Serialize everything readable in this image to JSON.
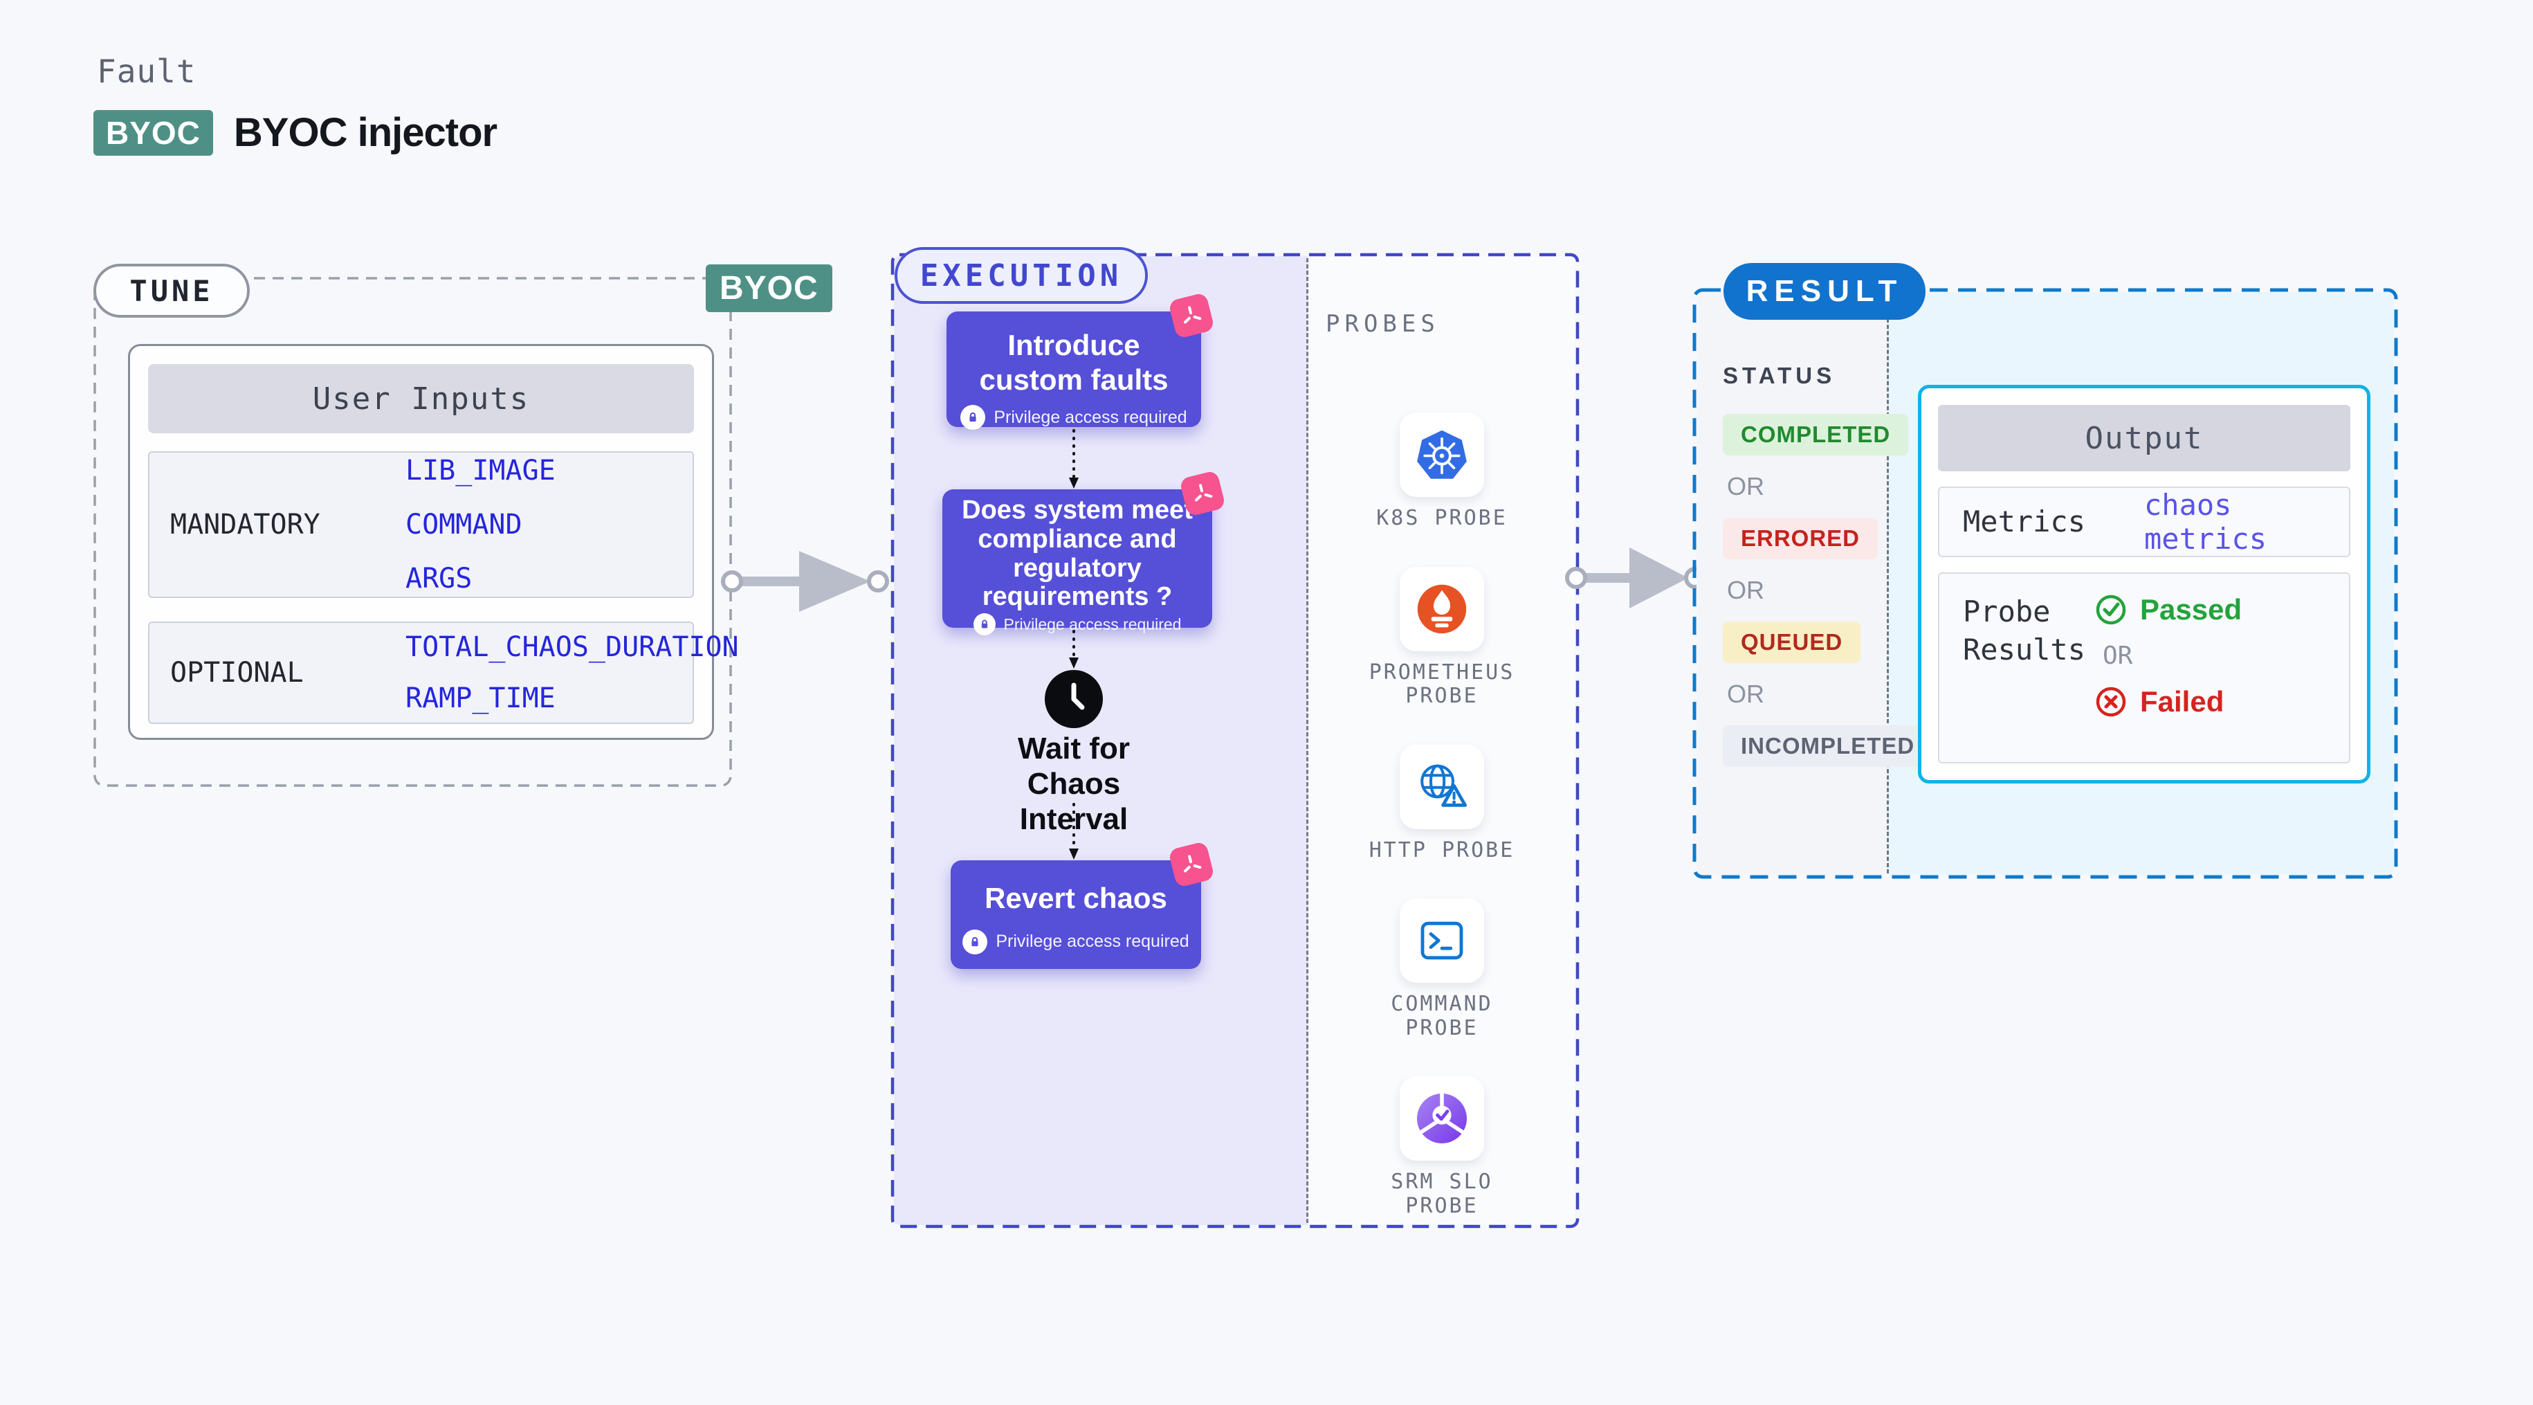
{
  "header": {
    "eyebrow": "Fault",
    "badge": "BYOC",
    "title": "BYOC injector"
  },
  "tune": {
    "pill": "TUNE",
    "corner_badge": "BYOC",
    "table": {
      "header": "User Inputs",
      "mandatory": {
        "label": "MANDATORY",
        "values": [
          "LIB_IMAGE",
          "COMMAND",
          "ARGS"
        ]
      },
      "optional": {
        "label": "OPTIONAL",
        "values": [
          "TOTAL_CHAOS_DURATION",
          "RAMP_TIME"
        ]
      }
    }
  },
  "execution": {
    "pill": "EXECUTION",
    "card1": {
      "title": "Introduce custom faults",
      "lock": "Privilege access required"
    },
    "card2": {
      "title": "Does system meet compliance and regulatory requirements ?",
      "lock": "Privilege access required"
    },
    "wait": {
      "title": "Wait for Chaos Interval"
    },
    "card3": {
      "title": "Revert chaos",
      "lock": "Privilege access required"
    }
  },
  "probes": {
    "label": "PROBES",
    "items": [
      {
        "icon": "k8s-icon",
        "label": "K8S PROBE"
      },
      {
        "icon": "prometheus-icon",
        "label": "PROMETHEUS PROBE"
      },
      {
        "icon": "http-icon",
        "label": "HTTP PROBE"
      },
      {
        "icon": "command-icon",
        "label": "COMMAND PROBE"
      },
      {
        "icon": "srm-slo-icon",
        "label": "SRM SLO PROBE"
      }
    ]
  },
  "result": {
    "pill": "RESULT",
    "status_heading": "STATUS",
    "or": "OR",
    "statuses": [
      "COMPLETED",
      "ERRORED",
      "QUEUED",
      "INCOMPLETED"
    ],
    "output": {
      "header": "Output",
      "metrics_label": "Metrics",
      "metrics_value": "chaos metrics",
      "probe_results_label": "Probe Results",
      "passed": "Passed",
      "or": "OR",
      "failed": "Failed"
    }
  },
  "colors": {
    "card_purple": "#564fd8",
    "pink_badge": "#f6538f",
    "byoc_teal": "#4f9086",
    "result_blue": "#1173cd",
    "execution_border": "#4146c6",
    "result_border": "#1079c9",
    "output_border": "#10b2e8",
    "value_blue": "#2525dc",
    "metrics_indigo": "#5a53e8",
    "passed_green": "#23a33c",
    "failed_red": "#d6231f",
    "completed": "#218a2e",
    "errored": "#c4231d",
    "queued": "#b02a1e",
    "incompleted": "#5d6372"
  }
}
